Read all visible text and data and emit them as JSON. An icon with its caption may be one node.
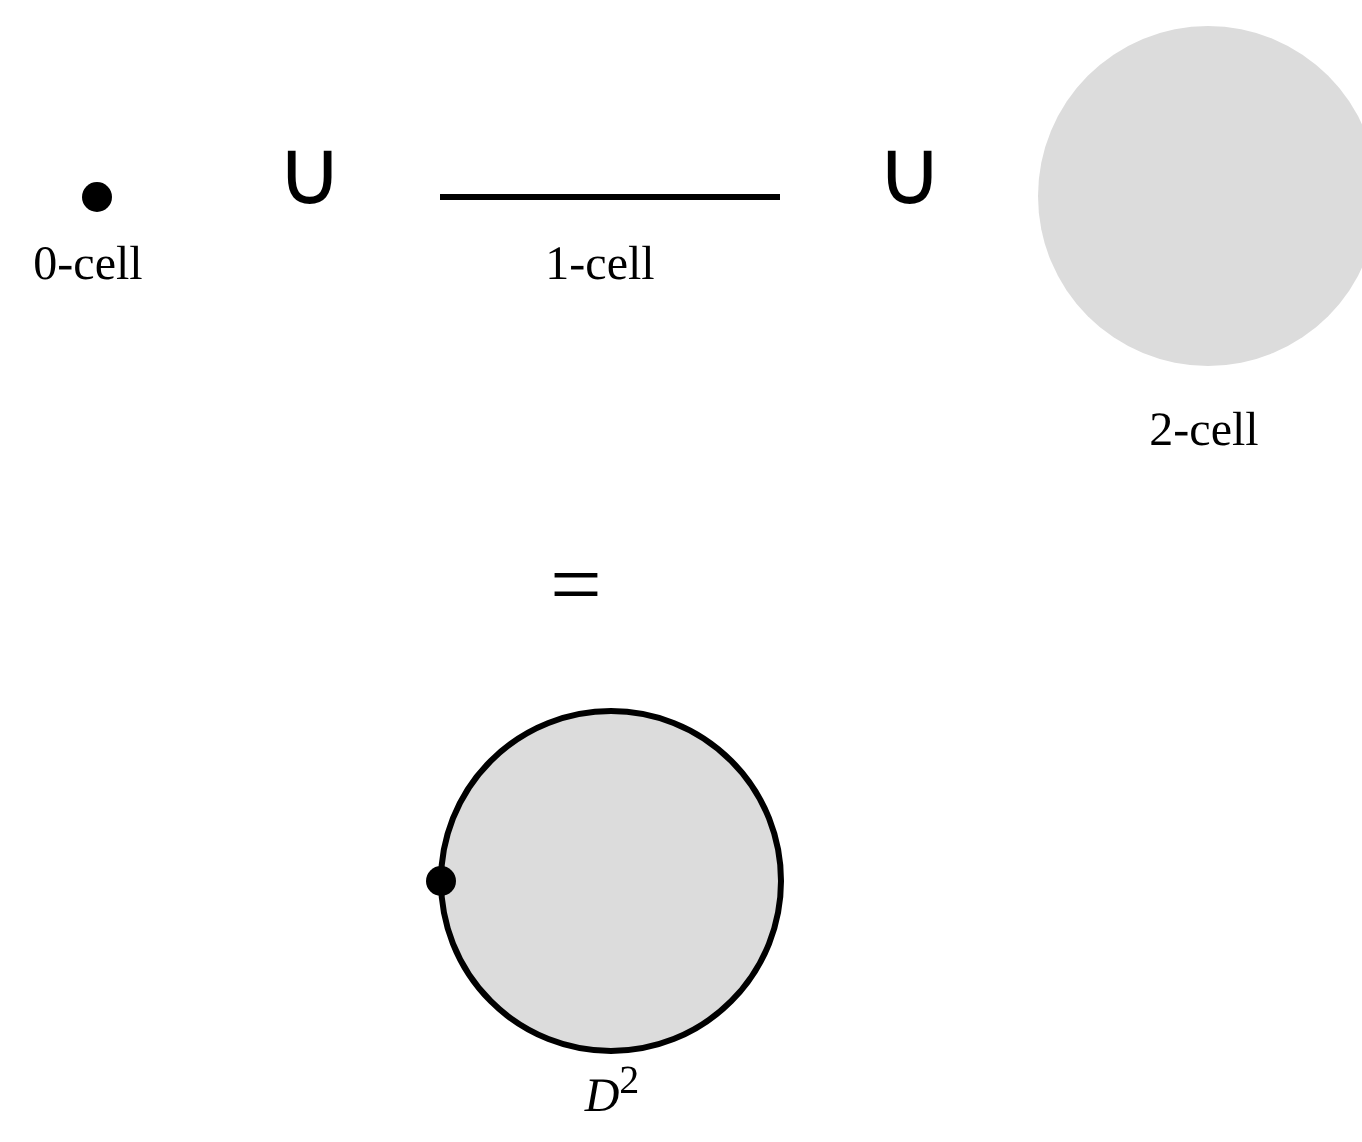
{
  "diagram": {
    "nodes": [
      {
        "text": [],
        "shape": "circle",
        "beside": [
          "0-cell"
        ]
      },
      {
        "text": [],
        "shape": "bar",
        "beside": [
          "1-cell"
        ]
      },
      {
        "text": [],
        "shape": "circle",
        "beside": [
          "2-cell"
        ]
      },
      {
        "text": [],
        "shape": "circle",
        "beside": [
          "*D*$^{2}$"
        ]
      },
      {
        "text": [],
        "shape": "circle"
      }
    ],
    "labels": [
      "∪",
      "∪",
      "="
    ]
  }
}
